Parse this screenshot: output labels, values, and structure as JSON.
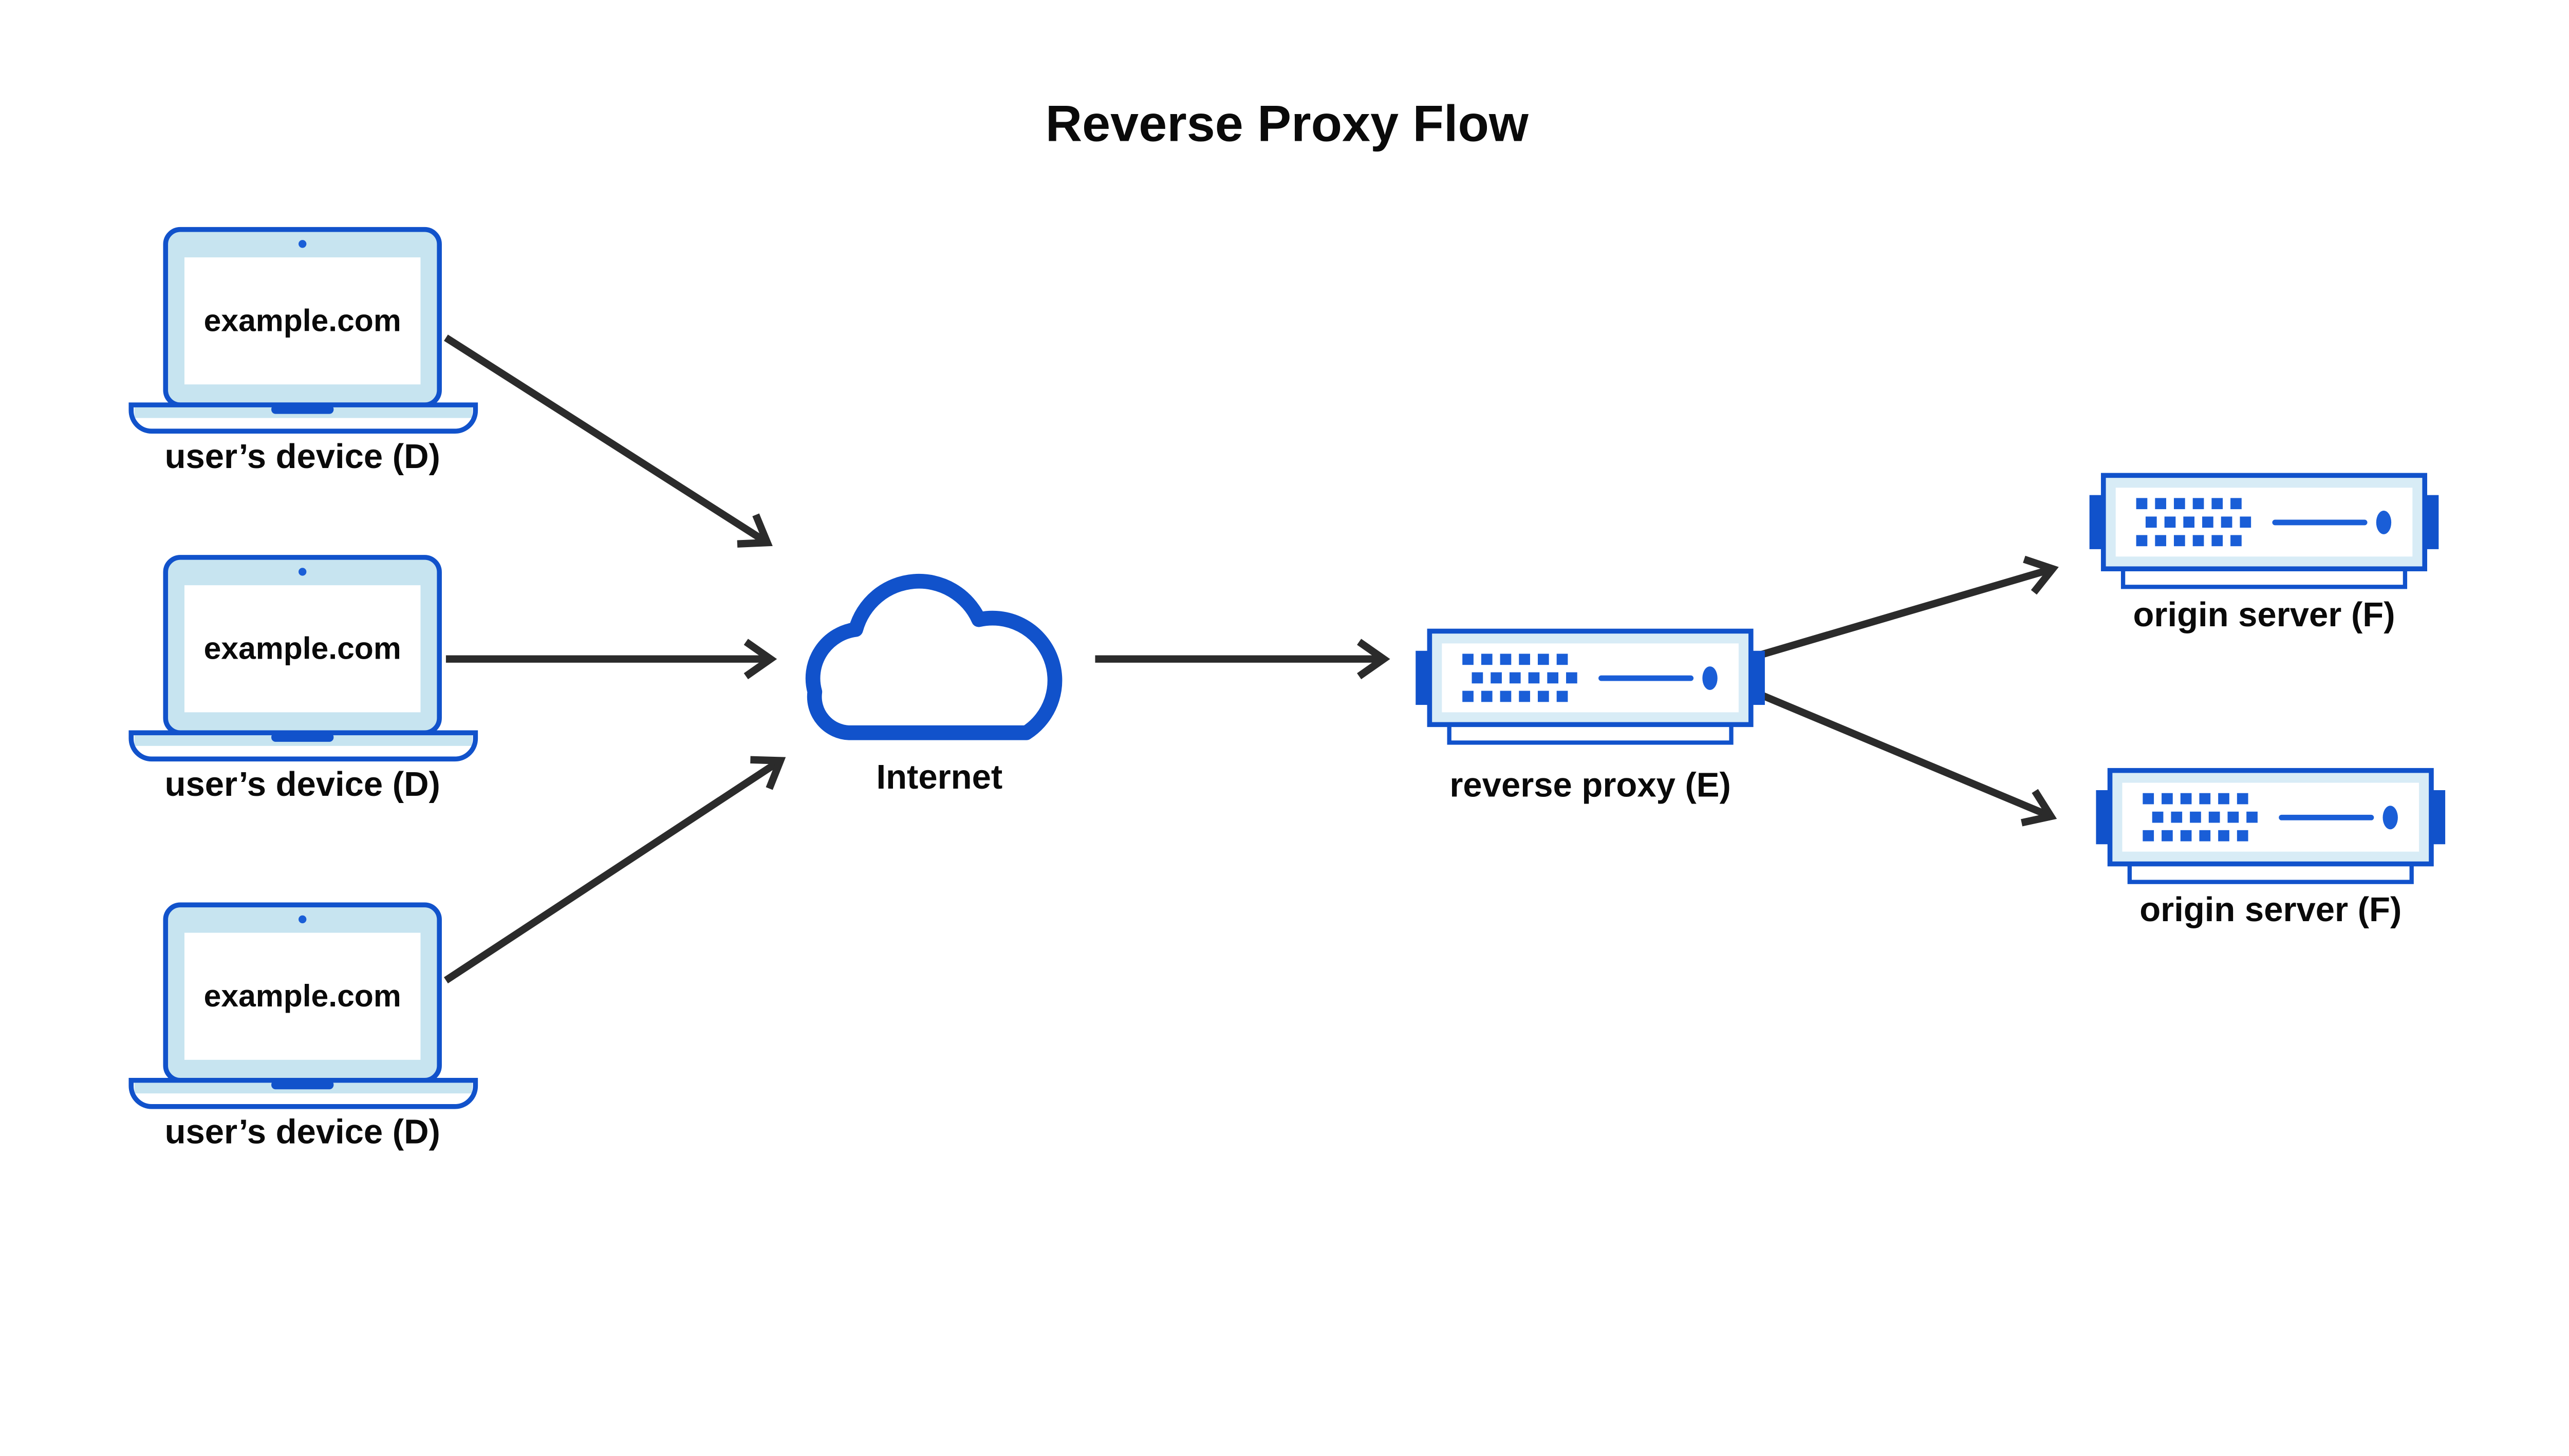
{
  "title": "Reverse Proxy Flow",
  "diagram": {
    "user_devices": [
      {
        "screen_text": "example.com",
        "label": "user’s device (D)"
      },
      {
        "screen_text": "example.com",
        "label": "user’s device (D)"
      },
      {
        "screen_text": "example.com",
        "label": "user’s device (D)"
      }
    ],
    "internet": {
      "label": "Internet"
    },
    "reverse_proxy": {
      "label": "reverse proxy (E)"
    },
    "origin_servers": [
      {
        "label": "origin server (F)"
      },
      {
        "label": "origin server (F)"
      }
    ],
    "edges": [
      {
        "from": "user-device-1",
        "to": "internet"
      },
      {
        "from": "user-device-2",
        "to": "internet"
      },
      {
        "from": "user-device-3",
        "to": "internet"
      },
      {
        "from": "internet",
        "to": "reverse-proxy"
      },
      {
        "from": "reverse-proxy",
        "to": "origin-server-1"
      },
      {
        "from": "reverse-proxy",
        "to": "origin-server-2"
      }
    ]
  },
  "icons": {
    "user_device": "laptop-icon",
    "internet": "cloud-icon",
    "reverse_proxy": "server-icon",
    "origin_server": "server-icon"
  },
  "colors": {
    "primary_blue": "#1152cb",
    "accent_blue": "#1a5ed7",
    "light_blue": "#c7e4f0",
    "server_band_blue": "#d8ecf6",
    "arrow": "#2b2b2b",
    "text": "#0a0a0a",
    "background": "#ffffff"
  }
}
